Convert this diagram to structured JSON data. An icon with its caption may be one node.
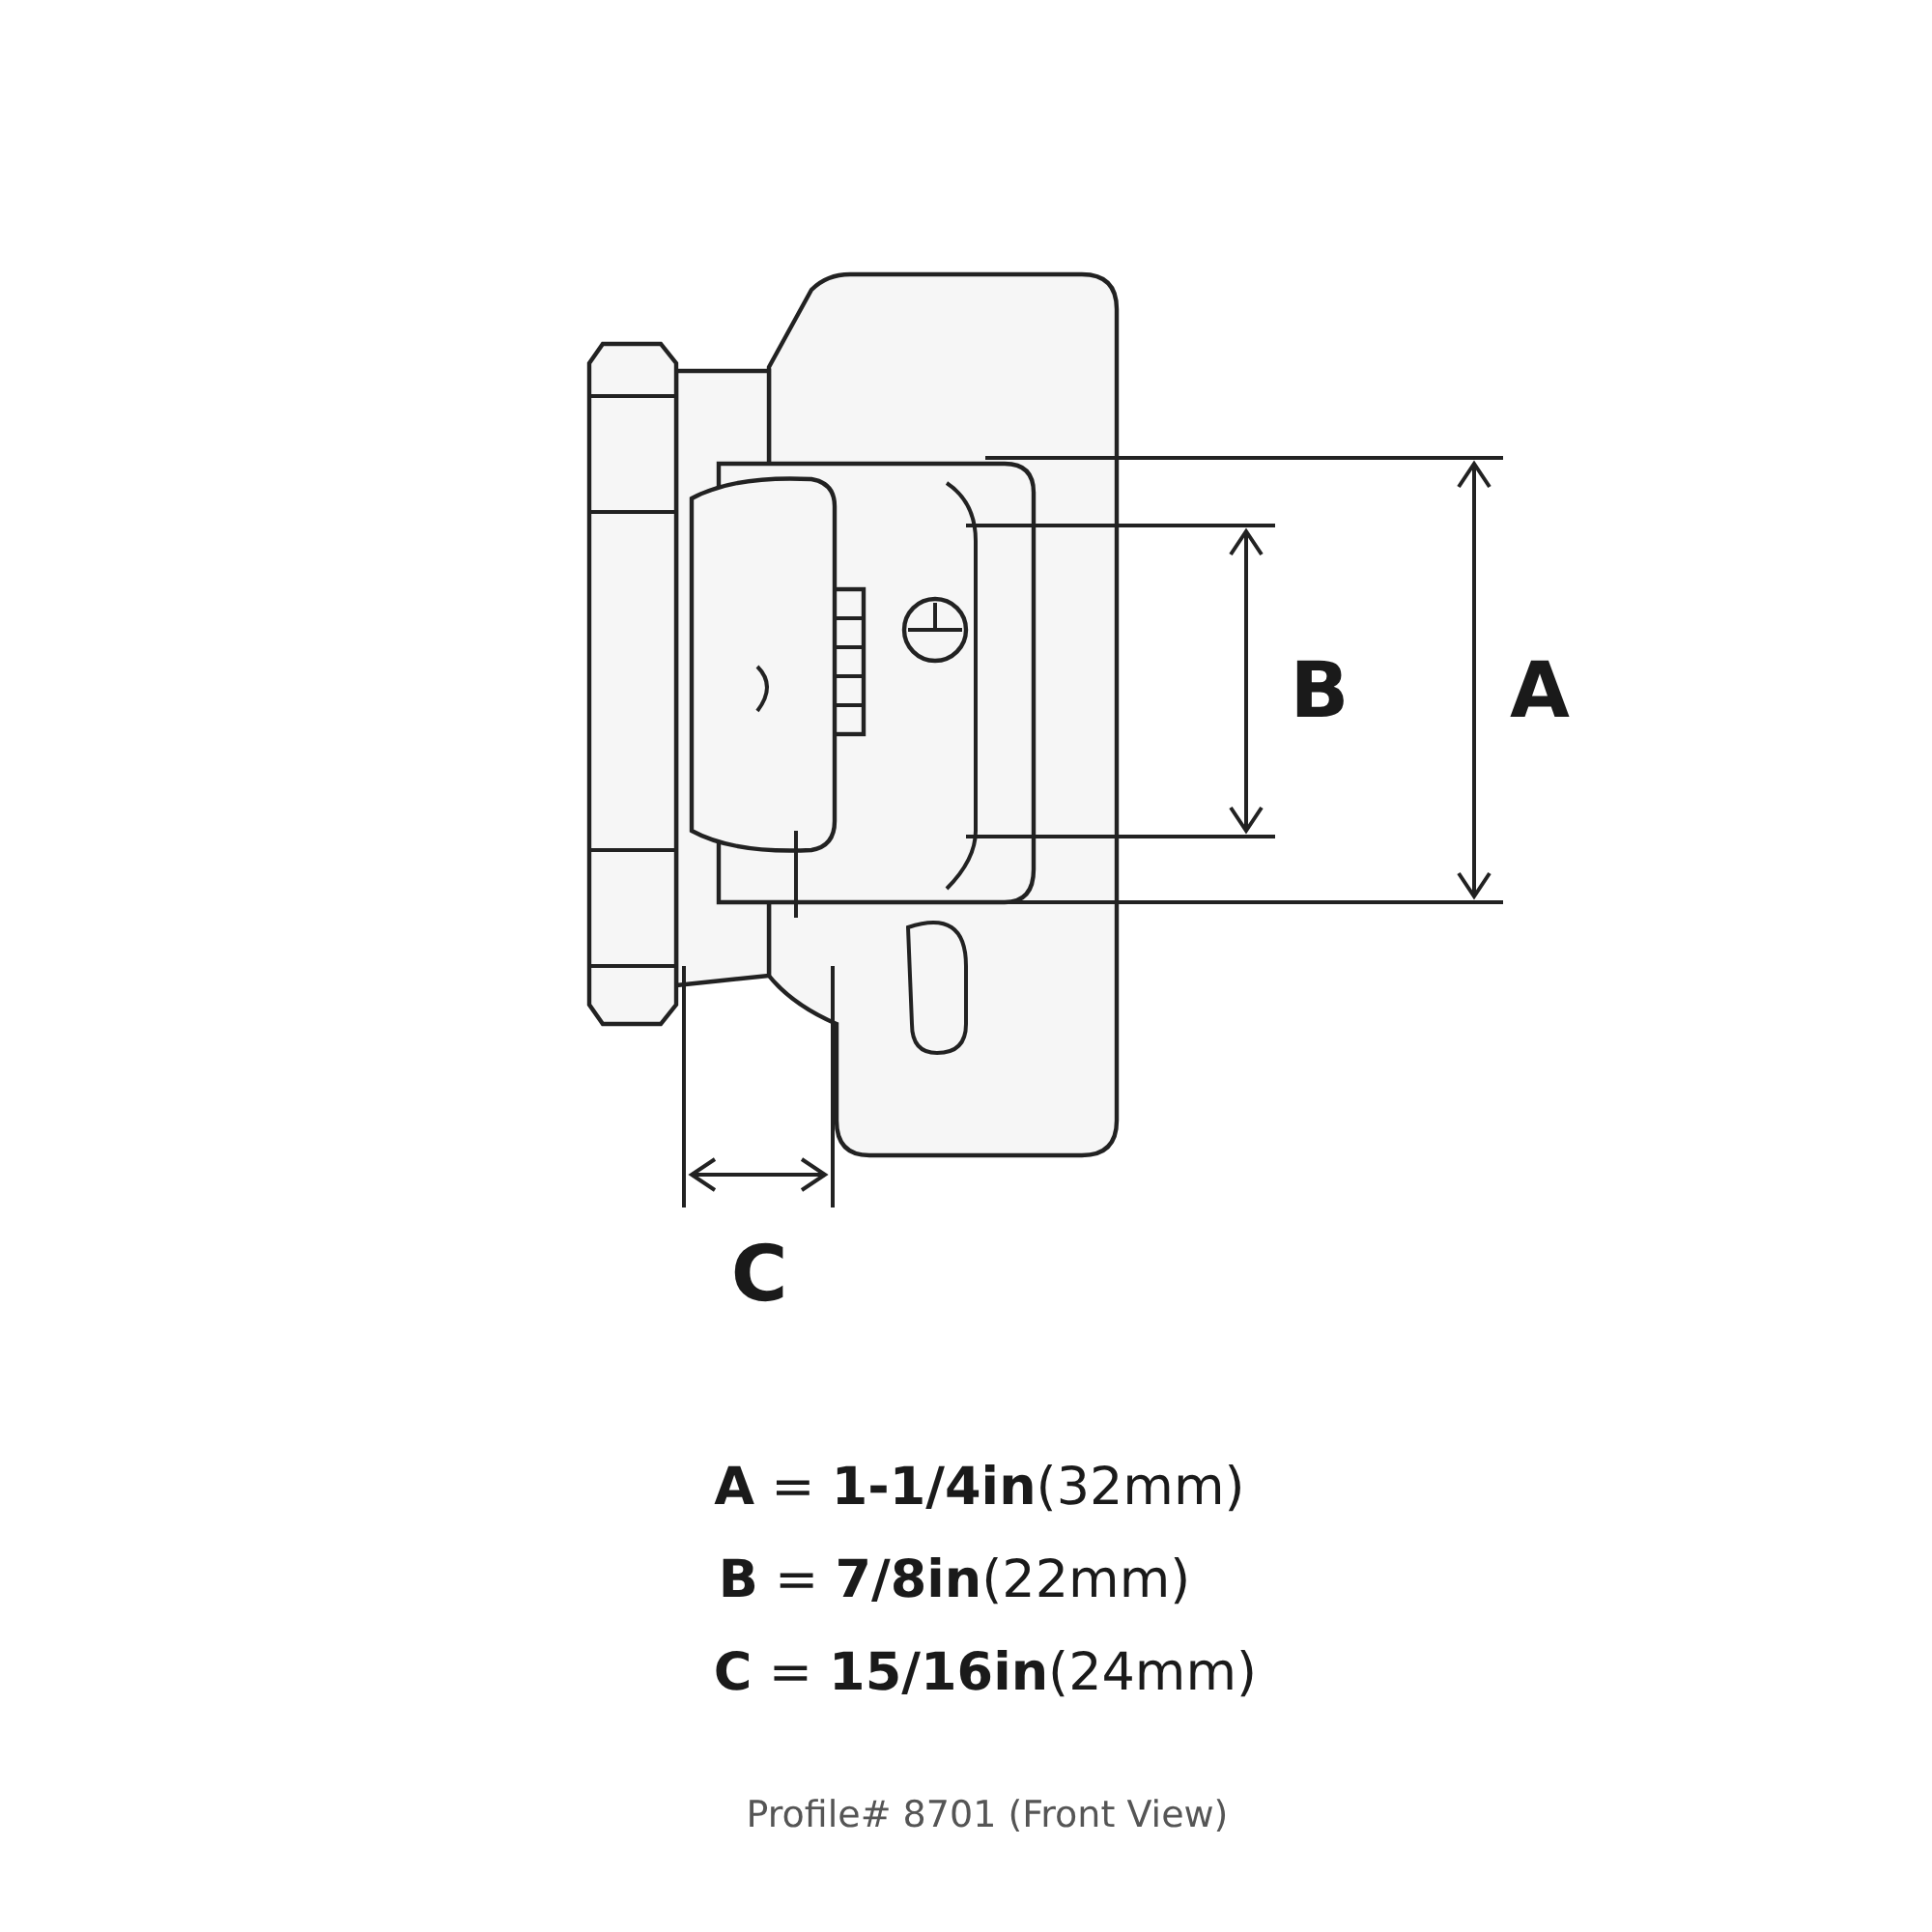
{
  "diagram": {
    "labels": [
      "A",
      "B",
      "C",
      "**A** = **1-1/4in**(32mm)",
      "**B** = **7/8in**(22mm)",
      "**C** = **15/16in**(24mm)",
      "Profile# 8701 (Front View)"
    ]
  }
}
